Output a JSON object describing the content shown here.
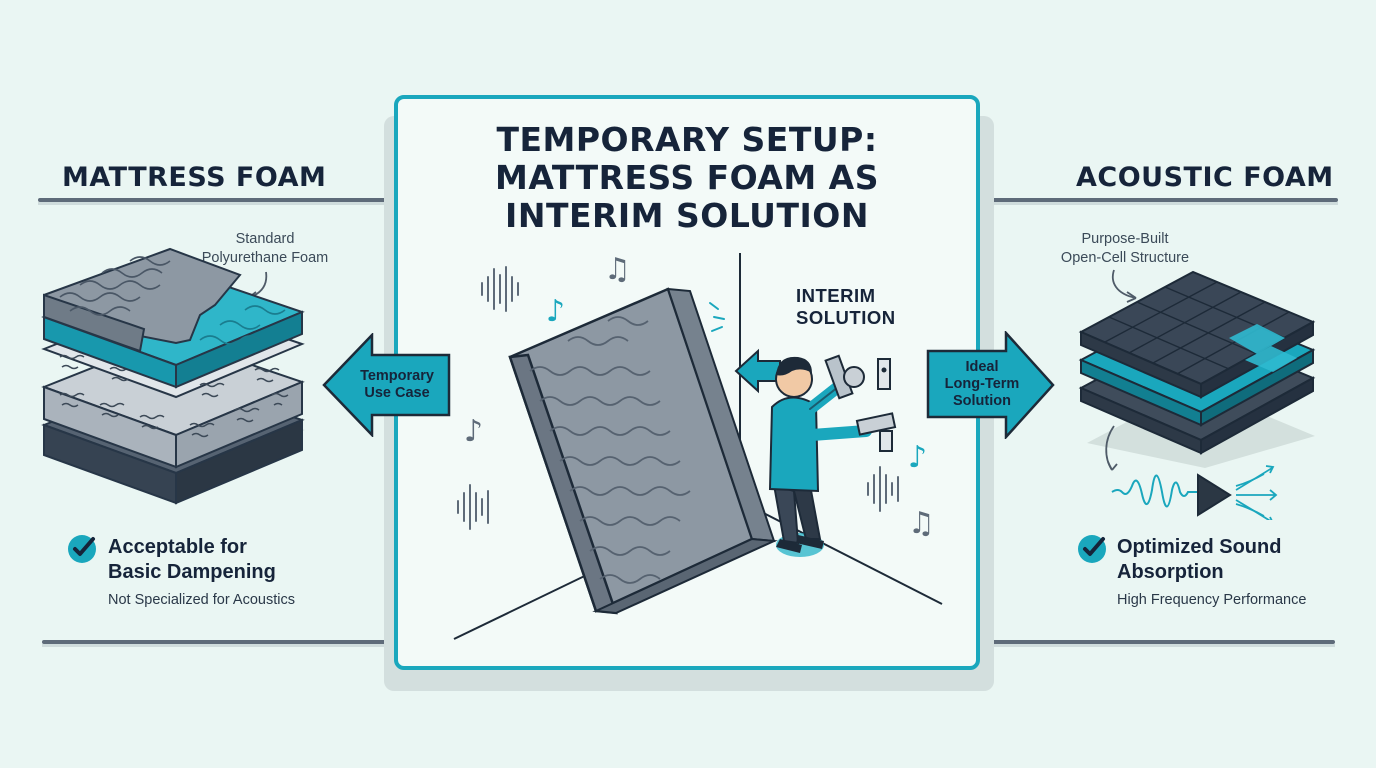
{
  "main": {
    "title_line1": "TEMPORARY SETUP:",
    "title_line2": "MATTRESS FOAM AS",
    "title_line3": "INTERIM SOLUTION",
    "interim_line1": "INTERIM",
    "interim_line2": "SOLUTION"
  },
  "left": {
    "title": "MATTRESS FOAM",
    "note_line1": "Standard",
    "note_line2": "Polyurethane Foam",
    "check_line1": "Acceptable for",
    "check_line2": "Basic Dampening",
    "sub": "Not Specialized for Acoustics",
    "arrow_line1": "Temporary",
    "arrow_line2": "Use Case"
  },
  "right": {
    "title": "ACOUSTIC FOAM",
    "note_line1": "Purpose-Built",
    "note_line2": "Open-Cell Structure",
    "check_line1": "Optimized Sound",
    "check_line2": "Absorption",
    "sub": "High Frequency Performance",
    "arrow_line1": "Ideal",
    "arrow_line2": "Long-Term",
    "arrow_line3": "Solution"
  },
  "colors": {
    "accent": "#1aa7bd",
    "dark": "#16243a",
    "background": "#eaf6f3"
  }
}
